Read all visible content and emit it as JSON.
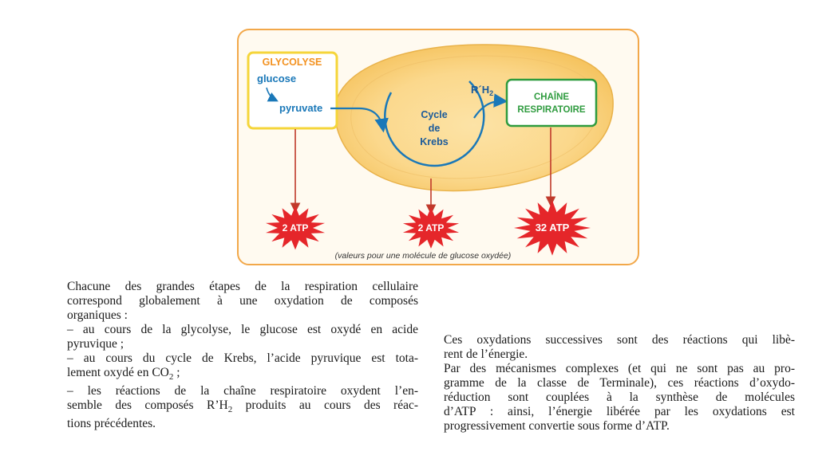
{
  "diagram": {
    "glycolyse_title": "GLYCOLYSE",
    "glucose": "glucose",
    "pyruvate": "pyruvate",
    "rh2_main": "R´H",
    "rh2_sub": "2",
    "krebs_line1": "Cycle",
    "krebs_line2": "de",
    "krebs_line3": "Krebs",
    "chaine_line1": "CHAÎNE",
    "chaine_line2": "RESPIRATOIRE",
    "atp_glycolyse": "2 ATP",
    "atp_krebs": "2 ATP",
    "atp_chaine": "32 ATP",
    "caption": "(valeurs pour une molécule de glucose oxydée)",
    "colors": {
      "frame": "#f2a84a",
      "frame_fill": "#fffaf0",
      "mito_fill": "#fbd88c",
      "mito_inner": "#f7c763",
      "glycolyse_border": "#f5d53a",
      "glycolyse_title": "#f39221",
      "blue": "#1a78b8",
      "green": "#2e9b3e",
      "arrow_red": "#c0392b",
      "star_red": "#e5262a"
    }
  },
  "text": {
    "left": [
      "Chacune des grandes étapes de la respiration cellulaire",
      "correspond globalement à une oxydation de composés",
      "organiques :",
      "– au cours de la glycolyse, le glucose est oxydé en acide",
      "pyruvique ;",
      "– au cours du cycle de Krebs, l’acide pyruvique est tota-",
      "lement oxydé en CO",
      "2",
      " ;",
      "– les réactions de la chaîne respiratoire oxydent l’en-",
      "semble des composés R’H",
      "2",
      " produits au cours des réac-",
      "tions précédentes."
    ],
    "right": [
      "Ces oxydations successives sont des réactions qui libè-",
      "rent de l’énergie.",
      "Par des mécanismes complexes (et qui ne sont pas au pro-",
      "gramme de la classe de Terminale), ces réactions d’oxydo-",
      "réduction sont couplées à la synthèse de molécules",
      "d’ATP : ainsi, l’énergie libérée par les oxydations est",
      "progressivement convertie sous forme d’ATP."
    ]
  }
}
